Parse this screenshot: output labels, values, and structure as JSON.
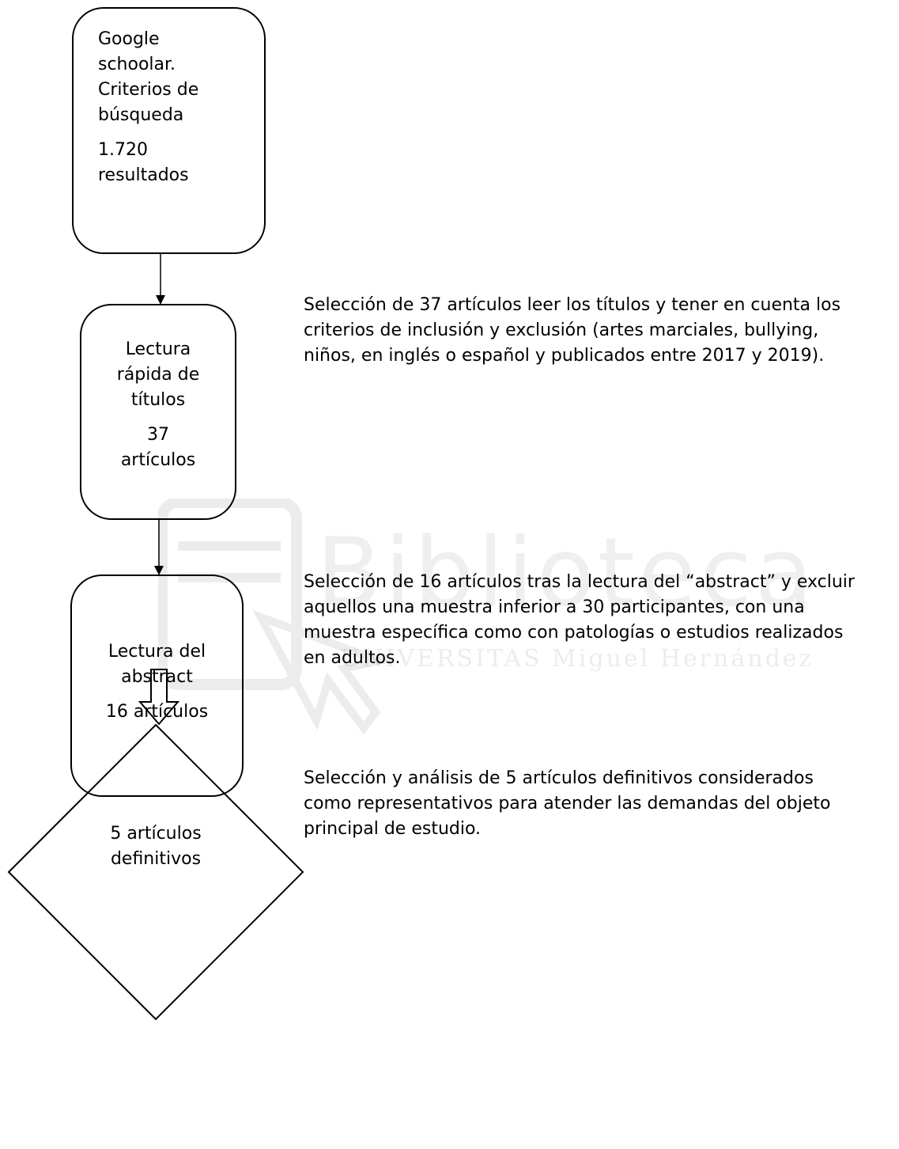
{
  "watermark": {
    "text": "Biblioteca",
    "subtext": "UNIVERSITAS Miguel Hernández"
  },
  "steps": [
    {
      "lines": [
        "Google",
        "schoolar.",
        "Criterios de",
        "búsqueda"
      ],
      "count_lines": [
        "1.720",
        "resultados"
      ]
    },
    {
      "lines": [
        "Lectura",
        "rápida de",
        "títulos"
      ],
      "count_lines": [
        "37",
        "artículos"
      ],
      "description": [
        "Selección de 37 artículos leer los títulos y tener en cuenta los",
        "criterios de inclusión y exclusión (artes marciales, bullying,",
        "niños, en inglés o español y publicados entre 2017 y 2019)."
      ]
    },
    {
      "lines": [
        "Lectura del",
        "abstract"
      ],
      "count_lines": [
        "16 artículos"
      ],
      "description": [
        "Selección de 16 artículos tras la lectura del “abstract” y excluir",
        "aquellos una muestra inferior a 30 participantes, con una",
        "muestra específica como con patologías o estudios realizados",
        "en adultos."
      ]
    },
    {
      "lines": [
        "5 artículos",
        "definitivos"
      ],
      "description": [
        "Selección y análisis de 5 artículos definitivos considerados",
        "como representativos para atender las demandas del objeto",
        "principal de estudio."
      ]
    }
  ]
}
